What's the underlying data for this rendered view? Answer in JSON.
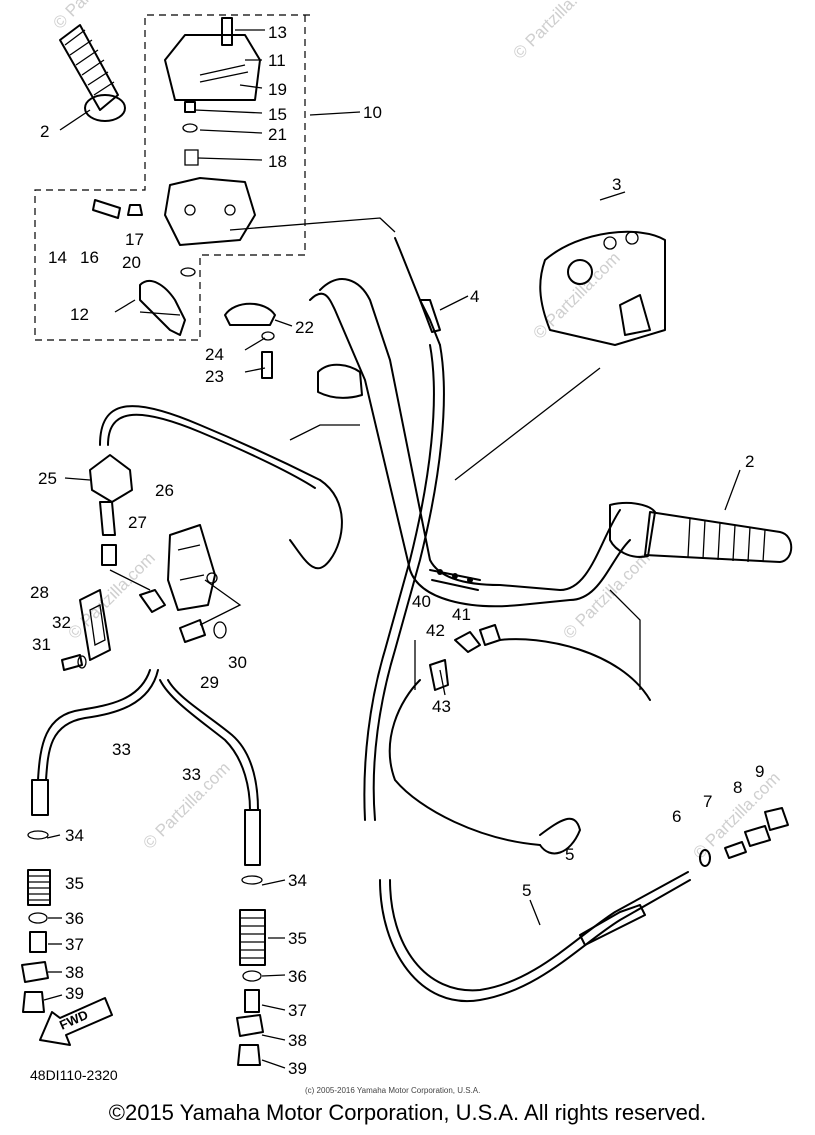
{
  "diagram_code": "48DI110-2320",
  "small_notice": "(c) 2005-2016 Yamaha Motor Corporation, U.S.A.",
  "copyright": "©2015 Yamaha Motor Corporation, U.S.A. All rights reserved.",
  "fwd_label": "FWD",
  "watermark": "© Partzilla.com",
  "callouts": {
    "c1": "13",
    "c2": "11",
    "c3": "19",
    "c4": "15",
    "c5": "21",
    "c6": "18",
    "c7": "10",
    "c8": "2",
    "c9": "14",
    "c10": "16",
    "c11": "17",
    "c12": "20",
    "c13": "12",
    "c14": "22",
    "c15": "24",
    "c16": "23",
    "c17": "3",
    "c18": "4",
    "c19": "25",
    "c20": "26",
    "c21": "27",
    "c22": "2",
    "c23": "28",
    "c24": "32",
    "c25": "31",
    "c26": "29",
    "c27": "30",
    "c28": "40",
    "c29": "41",
    "c30": "42",
    "c31": "43",
    "c32": "33",
    "c33": "33",
    "c34": "34",
    "c35": "35",
    "c36": "36",
    "c37": "37",
    "c38": "38",
    "c39": "39",
    "c40": "34",
    "c41": "35",
    "c42": "36",
    "c43": "37",
    "c44": "38",
    "c45": "39",
    "c46": "6",
    "c47": "7",
    "c48": "8",
    "c49": "9",
    "c50": "5",
    "c51": "5"
  }
}
